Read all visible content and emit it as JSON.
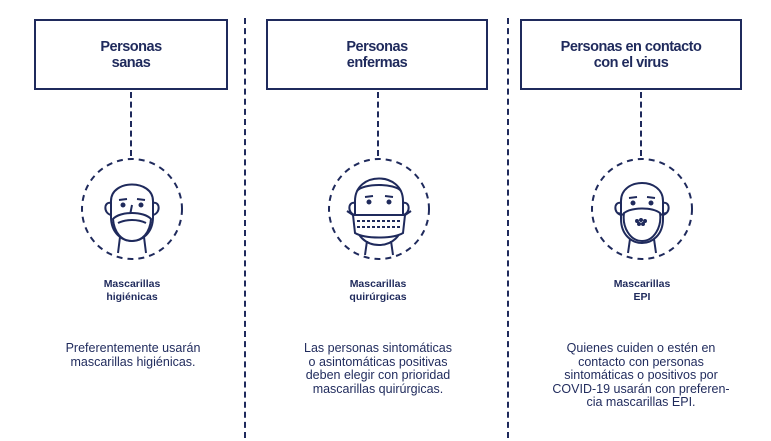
{
  "columns": [
    {
      "title": "Personas\nsanas",
      "mask_label": "Mascarillas\nhigiénicas",
      "description": "Preferentemente usarán\nmascarillas higiénicas.",
      "mask_type": "hygienic-mask-icon"
    },
    {
      "title": "Personas\nenfermas",
      "mask_label": "Mascarillas\nquirúrgicas",
      "description": "Las personas sintomáticas\no asintomáticas positivas\ndeben elegir con prioridad\nmascarillas quirúrgicas.",
      "mask_type": "surgical-mask-icon"
    },
    {
      "title": "Personas en contacto\ncon el virus",
      "mask_label": "Mascarillas\nEPI",
      "description": "Quienes cuiden o estén en\ncontacto con personas\nsintomáticas o positivos por\nCOVID-19 usarán con preferen-\ncia mascarillas EPI.",
      "mask_type": "ppe-mask-icon"
    }
  ],
  "colors": {
    "ink": "#1f2a5c",
    "background": "#ffffff"
  }
}
